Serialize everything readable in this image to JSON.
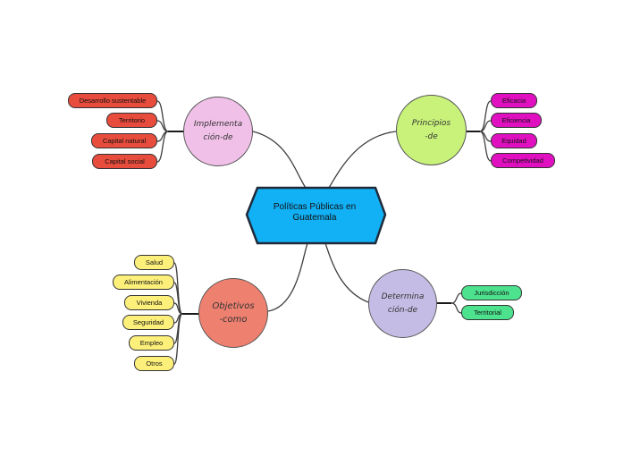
{
  "central": {
    "label": "Políticas Públicas en Guatemala",
    "color": "#12b0f5"
  },
  "branches": {
    "implementacion": {
      "label": "Implementa\nción-de",
      "color": "#f0c0e8",
      "items": [
        "Desarrollo sustentable",
        "Territorio",
        "Capital natural",
        "Capital social"
      ],
      "item_color": "#e74c3c"
    },
    "principios": {
      "label": "Principios\n-de",
      "color": "#c8f27a",
      "items": [
        "Eficacia",
        "Eficiencia",
        "Equidad",
        "Competividad"
      ],
      "item_color": "#e010c0"
    },
    "objetivos": {
      "label": "Objetivos\n-como",
      "color": "#ee8070",
      "items": [
        "Salud",
        "Alimentación",
        "Vivienda",
        "Seguridad",
        "Empleo",
        "Otros"
      ],
      "item_color": "#fdf07a"
    },
    "determinacion": {
      "label": "Determina\nción-de",
      "color": "#c4bce4",
      "items": [
        "Jurisdicción",
        "Territorial"
      ],
      "item_color": "#4de28e"
    }
  }
}
